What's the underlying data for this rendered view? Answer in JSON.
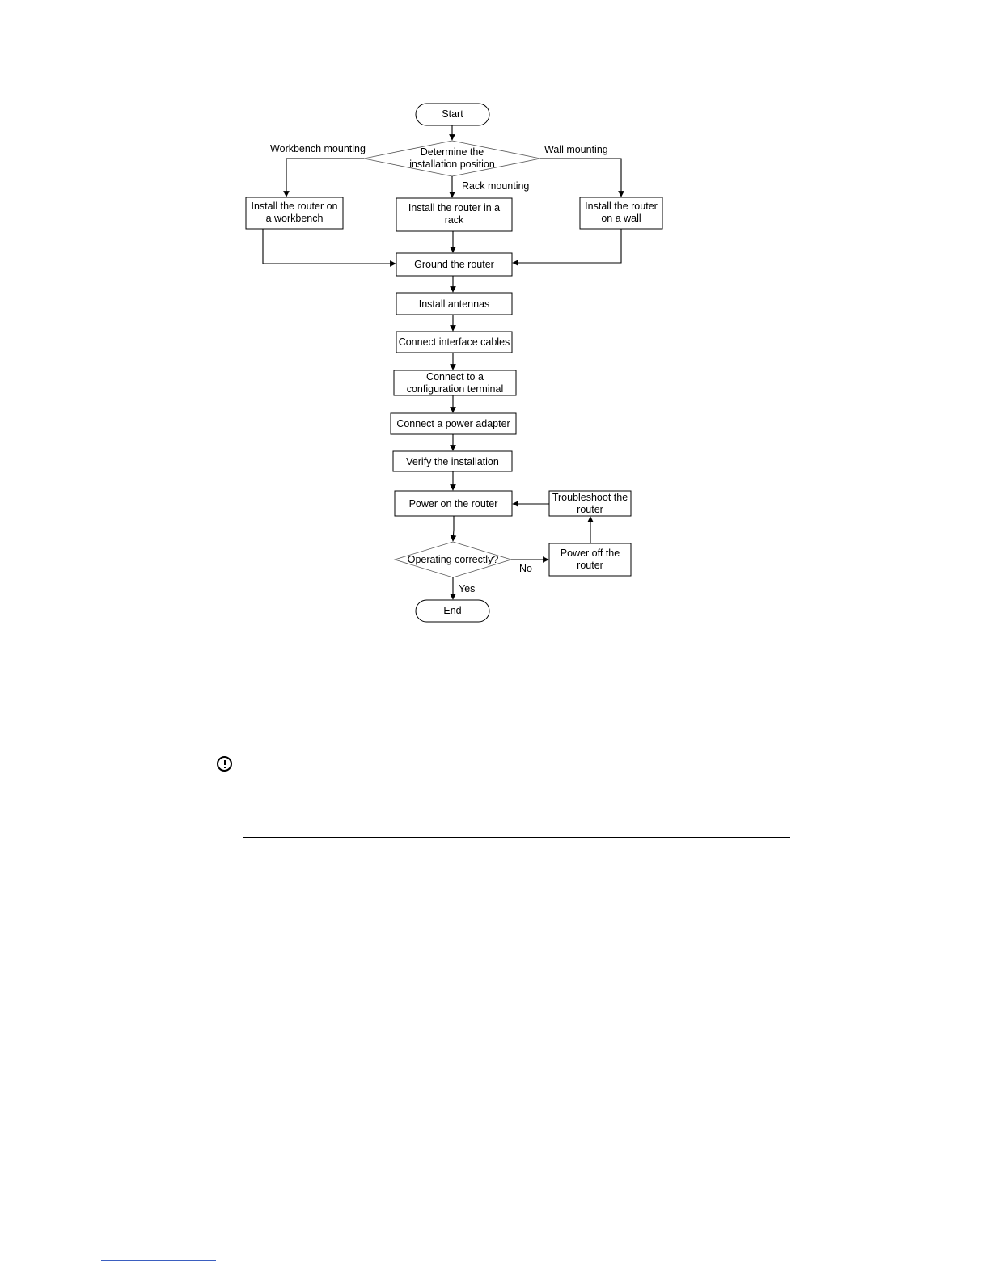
{
  "flowchart": {
    "start": "Start",
    "decision_position": [
      "Determine the",
      "installation position"
    ],
    "branch_workbench": "Workbench mounting",
    "branch_rack": "Rack mounting",
    "branch_wall": "Wall mounting",
    "install_workbench": [
      "Install the router on",
      "a workbench"
    ],
    "install_rack": [
      "Install the router in a",
      "rack"
    ],
    "install_wall": [
      "Install the router",
      "on a wall"
    ],
    "ground": "Ground the router",
    "antennas": "Install antennas",
    "interface_cables": "Connect interface cables",
    "config_terminal": [
      "Connect to a",
      "configuration terminal"
    ],
    "power_adapter": "Connect a power adapter",
    "verify": "Verify the installation",
    "power_on": "Power on the router",
    "decision_operating": "Operating correctly?",
    "label_no": "No",
    "label_yes": "Yes",
    "power_off": [
      "Power off the",
      "router"
    ],
    "troubleshoot": [
      "Troubleshoot the",
      "router"
    ],
    "end": "End"
  },
  "icons": {
    "notice": "exclamation-circle-icon"
  }
}
